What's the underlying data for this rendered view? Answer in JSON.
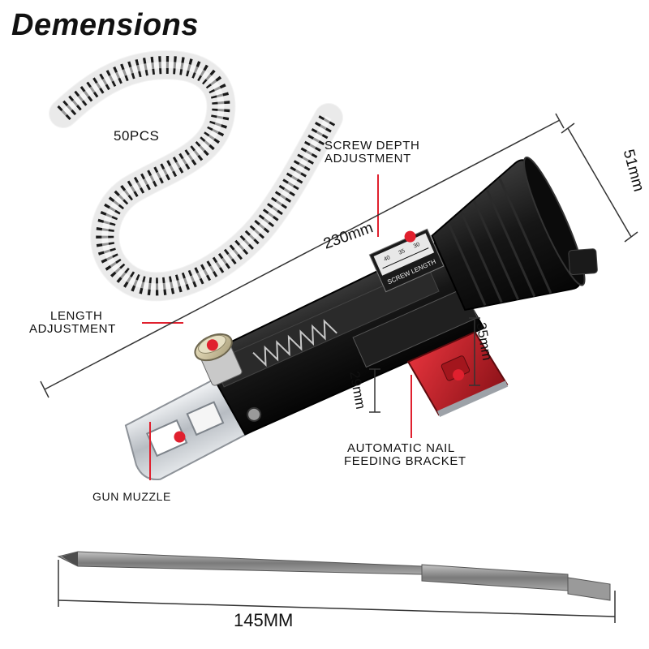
{
  "title": "Demensions",
  "screw_strip": {
    "count_label": "50PCS"
  },
  "callouts": {
    "screw_depth": [
      "SCREW DEPTH",
      "ADJUSTMENT"
    ],
    "length_adjustment": [
      "LENGTH",
      "ADJUSTMENT"
    ],
    "feeding_bracket": [
      "AUTOMATIC NAIL",
      "FEEDING BRACKET"
    ],
    "gun_muzzle": "GUN MUZZLE"
  },
  "dimensions": {
    "overall_length": "230mm",
    "head_diameter": "51mm",
    "bracket_height": "35mm",
    "bracket_depth": "29mm",
    "bit_length": "145MM"
  },
  "screw_length_scale": {
    "label": "SCREW LENGTH",
    "ticks": [
      "40",
      "35",
      "30"
    ]
  },
  "colors": {
    "body": "#141414",
    "bracket": "#c8212b",
    "muzzle": "#c9cdd2",
    "dot": "#e0202e",
    "bit": "#8a8a8a"
  }
}
